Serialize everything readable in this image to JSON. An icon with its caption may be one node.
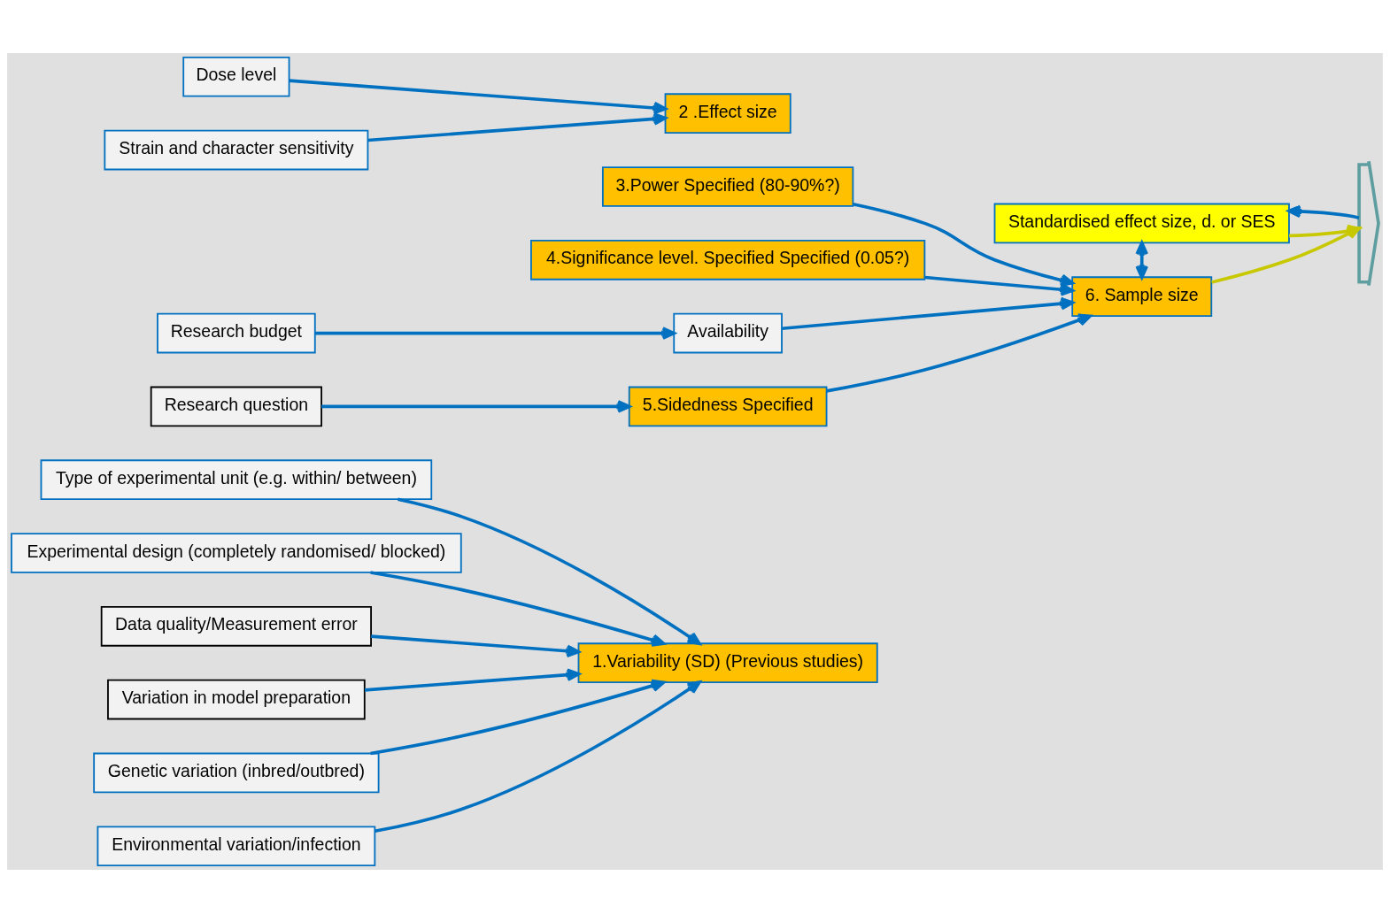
{
  "diagram": {
    "nodes": [
      {
        "text": [
          "Type of experimental unit (e.g. within/ between)"
        ]
      },
      {
        "text": [
          "Experimental design (completely randomised/ blocked)"
        ]
      },
      {
        "text": [
          "Data quality/Measurement error"
        ]
      },
      {
        "text": [
          "Variation in model preparation"
        ]
      },
      {
        "text": [
          "Genetic variation (inbred/outbred)"
        ]
      },
      {
        "text": [
          "1.Variability (SD) (Previous studies)"
        ]
      },
      {
        "text": [
          "Environmental variation/infection"
        ]
      },
      {
        "text": [
          "Standardised effect size, d. or SES"
        ]
      },
      {
        "text": [
          "2 .Effect size"
        ]
      },
      {
        "text": [
          "Dose level"
        ]
      },
      {
        "text": [
          "Strain and character sensitivity"
        ]
      },
      {
        "text": [
          "3.Power Specified (80-90%?)"
        ]
      },
      {
        "text": [
          "6. Sample size"
        ]
      },
      {
        "text": [
          "4.Significance level. Specified Specified (0.05?)"
        ]
      },
      {
        "text": [
          "Availability"
        ]
      },
      {
        "text": [
          "Research question"
        ]
      },
      {
        "text": [
          "Research budget"
        ]
      },
      {
        "text": [
          "5.Sidedness Specified"
        ]
      },
      {
        "text": [],
        "shape": "brace"
      }
    ],
    "edges": [
      {
        "from": 0,
        "to": 5,
        "arrow": "to"
      },
      {
        "from": 1,
        "to": 5,
        "arrow": "to"
      },
      {
        "from": 2,
        "to": 5,
        "arrow": "to"
      },
      {
        "from": 3,
        "to": 5,
        "arrow": "to"
      },
      {
        "from": 4,
        "to": 5,
        "arrow": "to"
      },
      {
        "from": 6,
        "to": 5,
        "arrow": "to"
      },
      {
        "from": 9,
        "to": 8,
        "arrow": "to"
      },
      {
        "from": 10,
        "to": 8,
        "arrow": "to"
      },
      {
        "from": 18,
        "to": 7,
        "arrow": "to"
      },
      {
        "from": 7,
        "to": 18,
        "arrow": "to",
        "color": "#c8c800"
      },
      {
        "from": 12,
        "to": 18,
        "arrow": "to",
        "color": "#c8c800"
      },
      {
        "from": 7,
        "to": 12,
        "arrow": "both"
      },
      {
        "from": 11,
        "to": 12,
        "arrow": "to"
      },
      {
        "from": 13,
        "to": 12,
        "arrow": "to"
      },
      {
        "from": 17,
        "to": 12,
        "arrow": "to"
      },
      {
        "from": 15,
        "to": 17,
        "arrow": "to"
      },
      {
        "from": 14,
        "to": 12,
        "arrow": "to"
      },
      {
        "from": 16,
        "to": 14,
        "arrow": "to"
      }
    ]
  }
}
